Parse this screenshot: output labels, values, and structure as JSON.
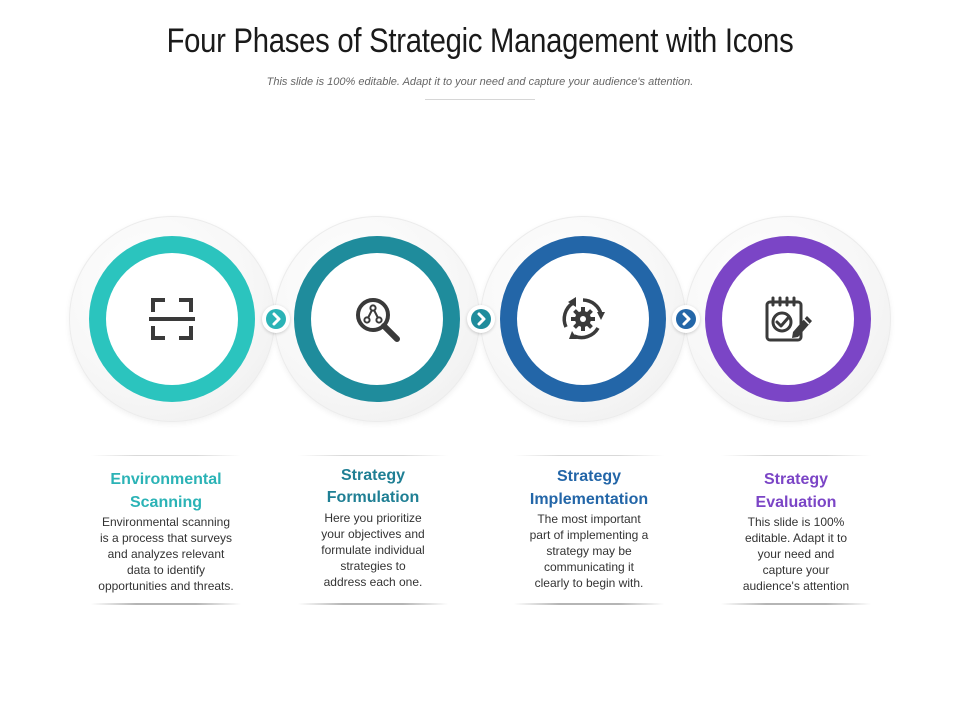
{
  "title": "Four Phases of Strategic Management with Icons",
  "subtitle": "This slide is 100% editable. Adapt it to your need and capture your audience's attention.",
  "colors": {
    "teal_light": "#2bc4be",
    "teal_dark": "#1f8c9c",
    "blue": "#2366a8",
    "purple": "#7b45c6",
    "icon": "#3a3a3a"
  },
  "phases": [
    {
      "icon": "scan-icon",
      "title_line1": "Environmental",
      "title_line2": "Scanning",
      "body": [
        "Environmental scanning",
        "is a process that surveys",
        "and analyzes relevant",
        "data to identify",
        "opportunities and threats."
      ]
    },
    {
      "icon": "search-network-icon",
      "title_line1": "Strategy",
      "title_line2": "Formulation",
      "body": [
        "Here you prioritize",
        "your objectives and",
        "formulate individual",
        "strategies to",
        "address each one."
      ]
    },
    {
      "icon": "gear-cycle-icon",
      "title_line1": "Strategy",
      "title_line2": "Implementation",
      "body": [
        "The most important",
        "part of implementing a",
        "strategy may be",
        "communicating it",
        "clearly to begin with."
      ]
    },
    {
      "icon": "clipboard-check-icon",
      "title_line1": "Strategy",
      "title_line2": "Evaluation",
      "body": [
        "This slide is 100%",
        "editable. Adapt it to",
        "your need and",
        "capture your",
        "audience's attention"
      ]
    }
  ]
}
